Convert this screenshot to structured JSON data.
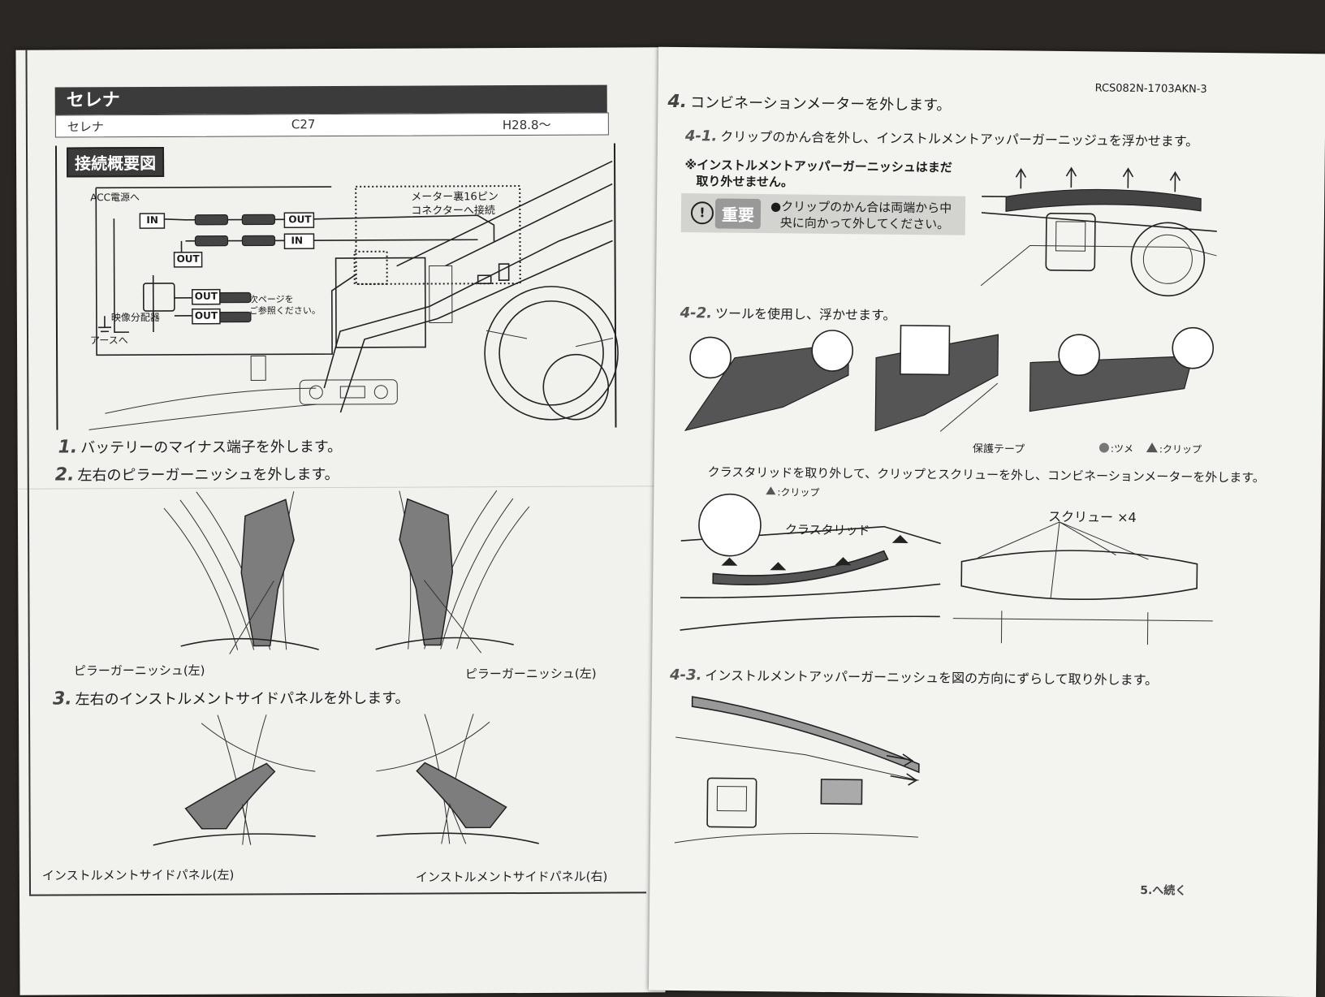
{
  "left": {
    "model_title": "セレナ",
    "info_row": {
      "name": "セレナ",
      "code": "C27",
      "date": "H28.8～"
    },
    "diagram": {
      "title": "接続概要図",
      "acc_label": "ACC電源へ",
      "in_1": "IN",
      "out_1": "OUT",
      "in_2": "IN",
      "out_2": "OUT",
      "out_3": "OUT",
      "out_4": "OUT",
      "meter_label_1": "メーター裏16ピン",
      "meter_label_2": "コネクターへ接続",
      "splitter_label": "映像分配器",
      "ground_label": "アースへ",
      "next_page_1": "次ページを",
      "next_page_2": "ご参照ください。"
    },
    "step1": {
      "num": "1.",
      "text": "バッテリーのマイナス端子を外します。"
    },
    "step2": {
      "num": "2.",
      "text": "左右のピラーガーニッシュを外します。"
    },
    "pillar_left_caption": "ピラーガーニッシュ(左)",
    "pillar_right_caption": "ピラーガーニッシュ(左)",
    "step3": {
      "num": "3.",
      "text": "左右のインストルメントサイドパネルを外します。"
    },
    "side_left_caption": "インストルメントサイドパネル(左)",
    "side_right_caption": "インストルメントサイドパネル(右)"
  },
  "right": {
    "doc_code": "RCS082N-1703AKN-3",
    "step4": {
      "num": "4.",
      "text": "コンビネーションメーターを外します。"
    },
    "step4_1": {
      "num": "4-1.",
      "text": "クリップのかん合を外し、インストルメントアッパーガーニッジュを浮かせます。"
    },
    "note_1": "※インストルメントアッパーガーニッシュはまだ",
    "note_2": "取り外せません。",
    "important_label": "重要",
    "important_text_1": "●クリップのかん合は両端から中",
    "important_text_2": "央に向かって外してください。",
    "step4_2": {
      "num": "4-2.",
      "text": "ツールを使用し、浮かせます。"
    },
    "tape_label": "保護テープ",
    "legend_claw": ":ツメ",
    "legend_clip": ":クリップ",
    "cluster_instruction": "クラスタリッドを取り外して、クリップとスクリューを外し、コンビネーションメーターを外します。",
    "clip_legend": ":クリップ",
    "cluster_lid_label": "クラスタリッド",
    "screw_label": "スクリュー ×4",
    "step4_3": {
      "num": "4-3.",
      "text": "インストルメントアッパーガーニッシュを図の方向にずらして取り外します。"
    },
    "continue_label": "5.へ続く"
  }
}
